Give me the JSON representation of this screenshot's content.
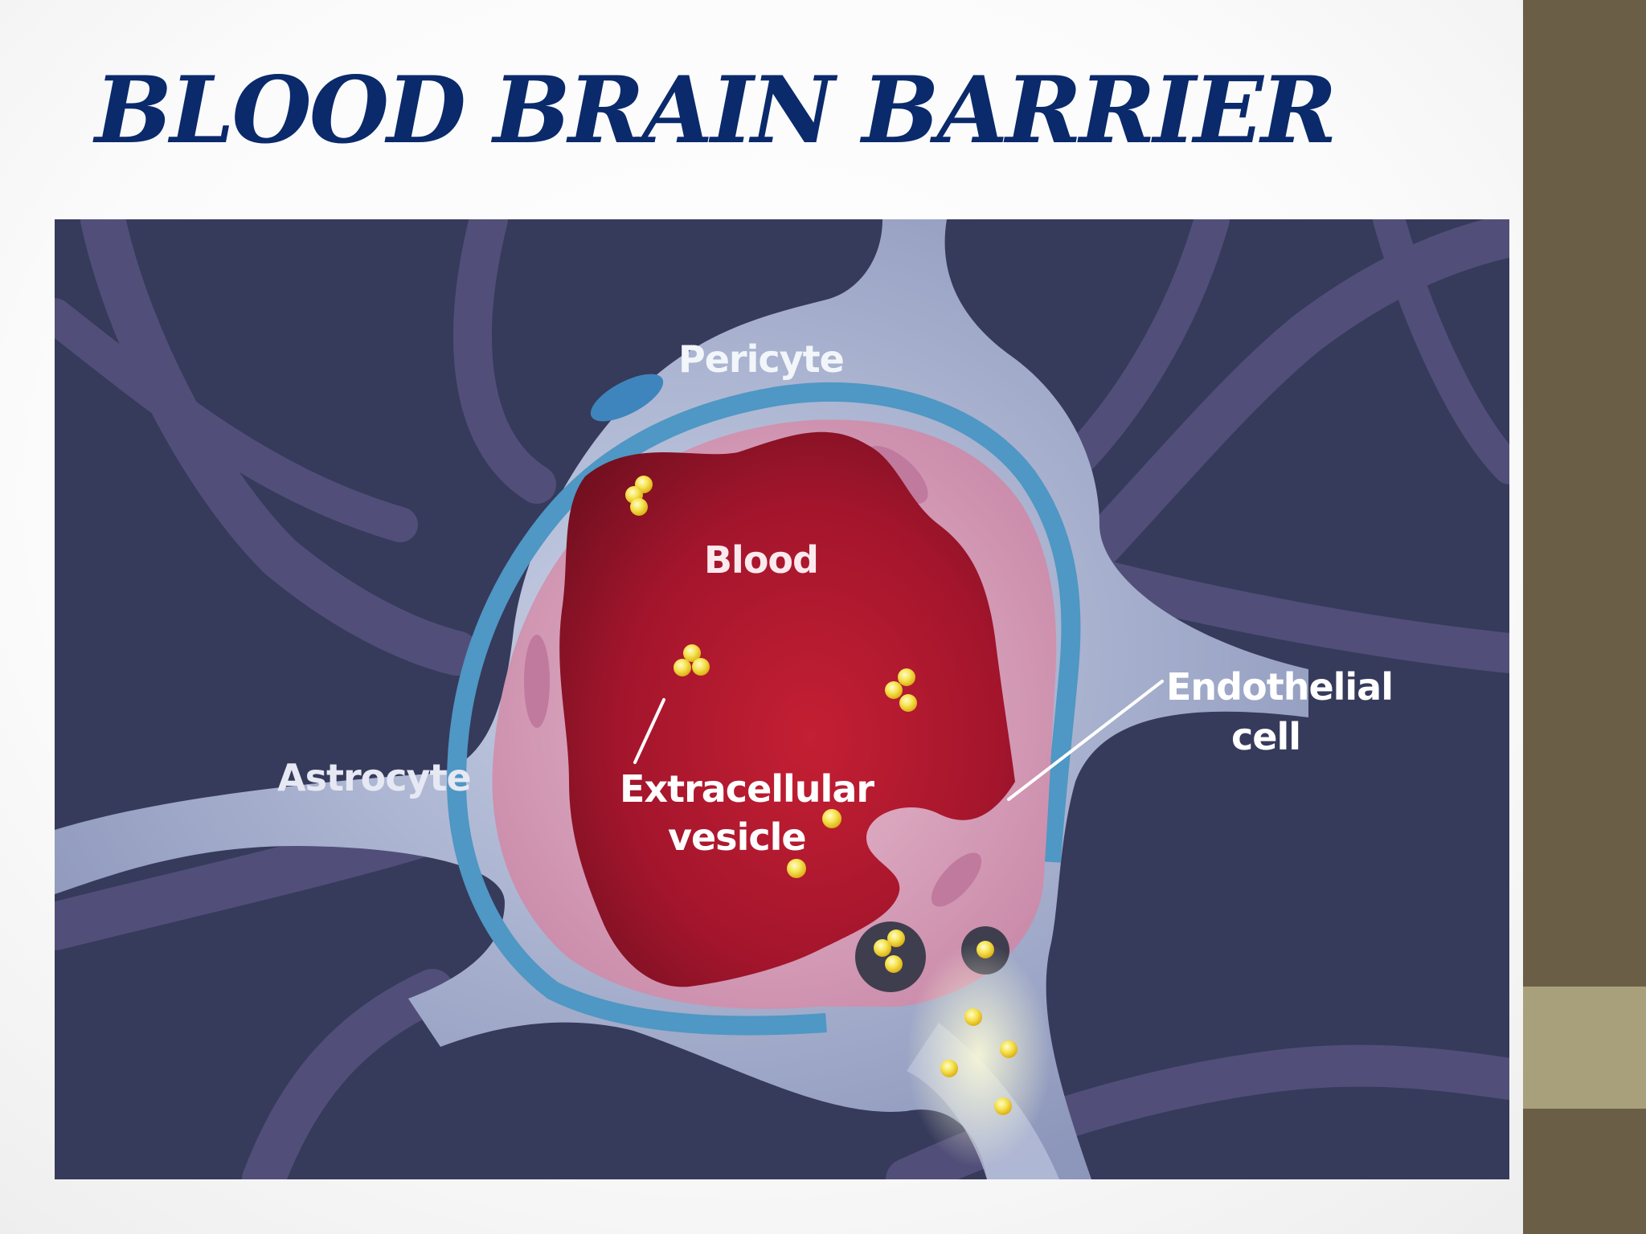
{
  "slide": {
    "title": "BLOOD BRAIN BARRIER"
  },
  "diagram": {
    "labels": {
      "pericyte": "Pericyte",
      "blood": "Blood",
      "astrocyte": "Astrocyte",
      "extracellular_vesicle_line1": "Extracellular",
      "extracellular_vesicle_line2": "vesicle",
      "endothelial_cell_line1": "Endothelial",
      "endothelial_cell_line2": "cell"
    }
  },
  "colors": {
    "title": "#0a2a6b",
    "background_tissue": "#363a5b",
    "astrocyte_process": "#514f79",
    "astrocyte_body": "#a3acc8",
    "basement_membrane": "#4f97c4",
    "endothelium": "#d7a4bd",
    "blood": "#a3152c",
    "vesicle": "#f5e04a",
    "side_bar": "#6a5f46",
    "side_bar_accent": "#a7a07a"
  }
}
